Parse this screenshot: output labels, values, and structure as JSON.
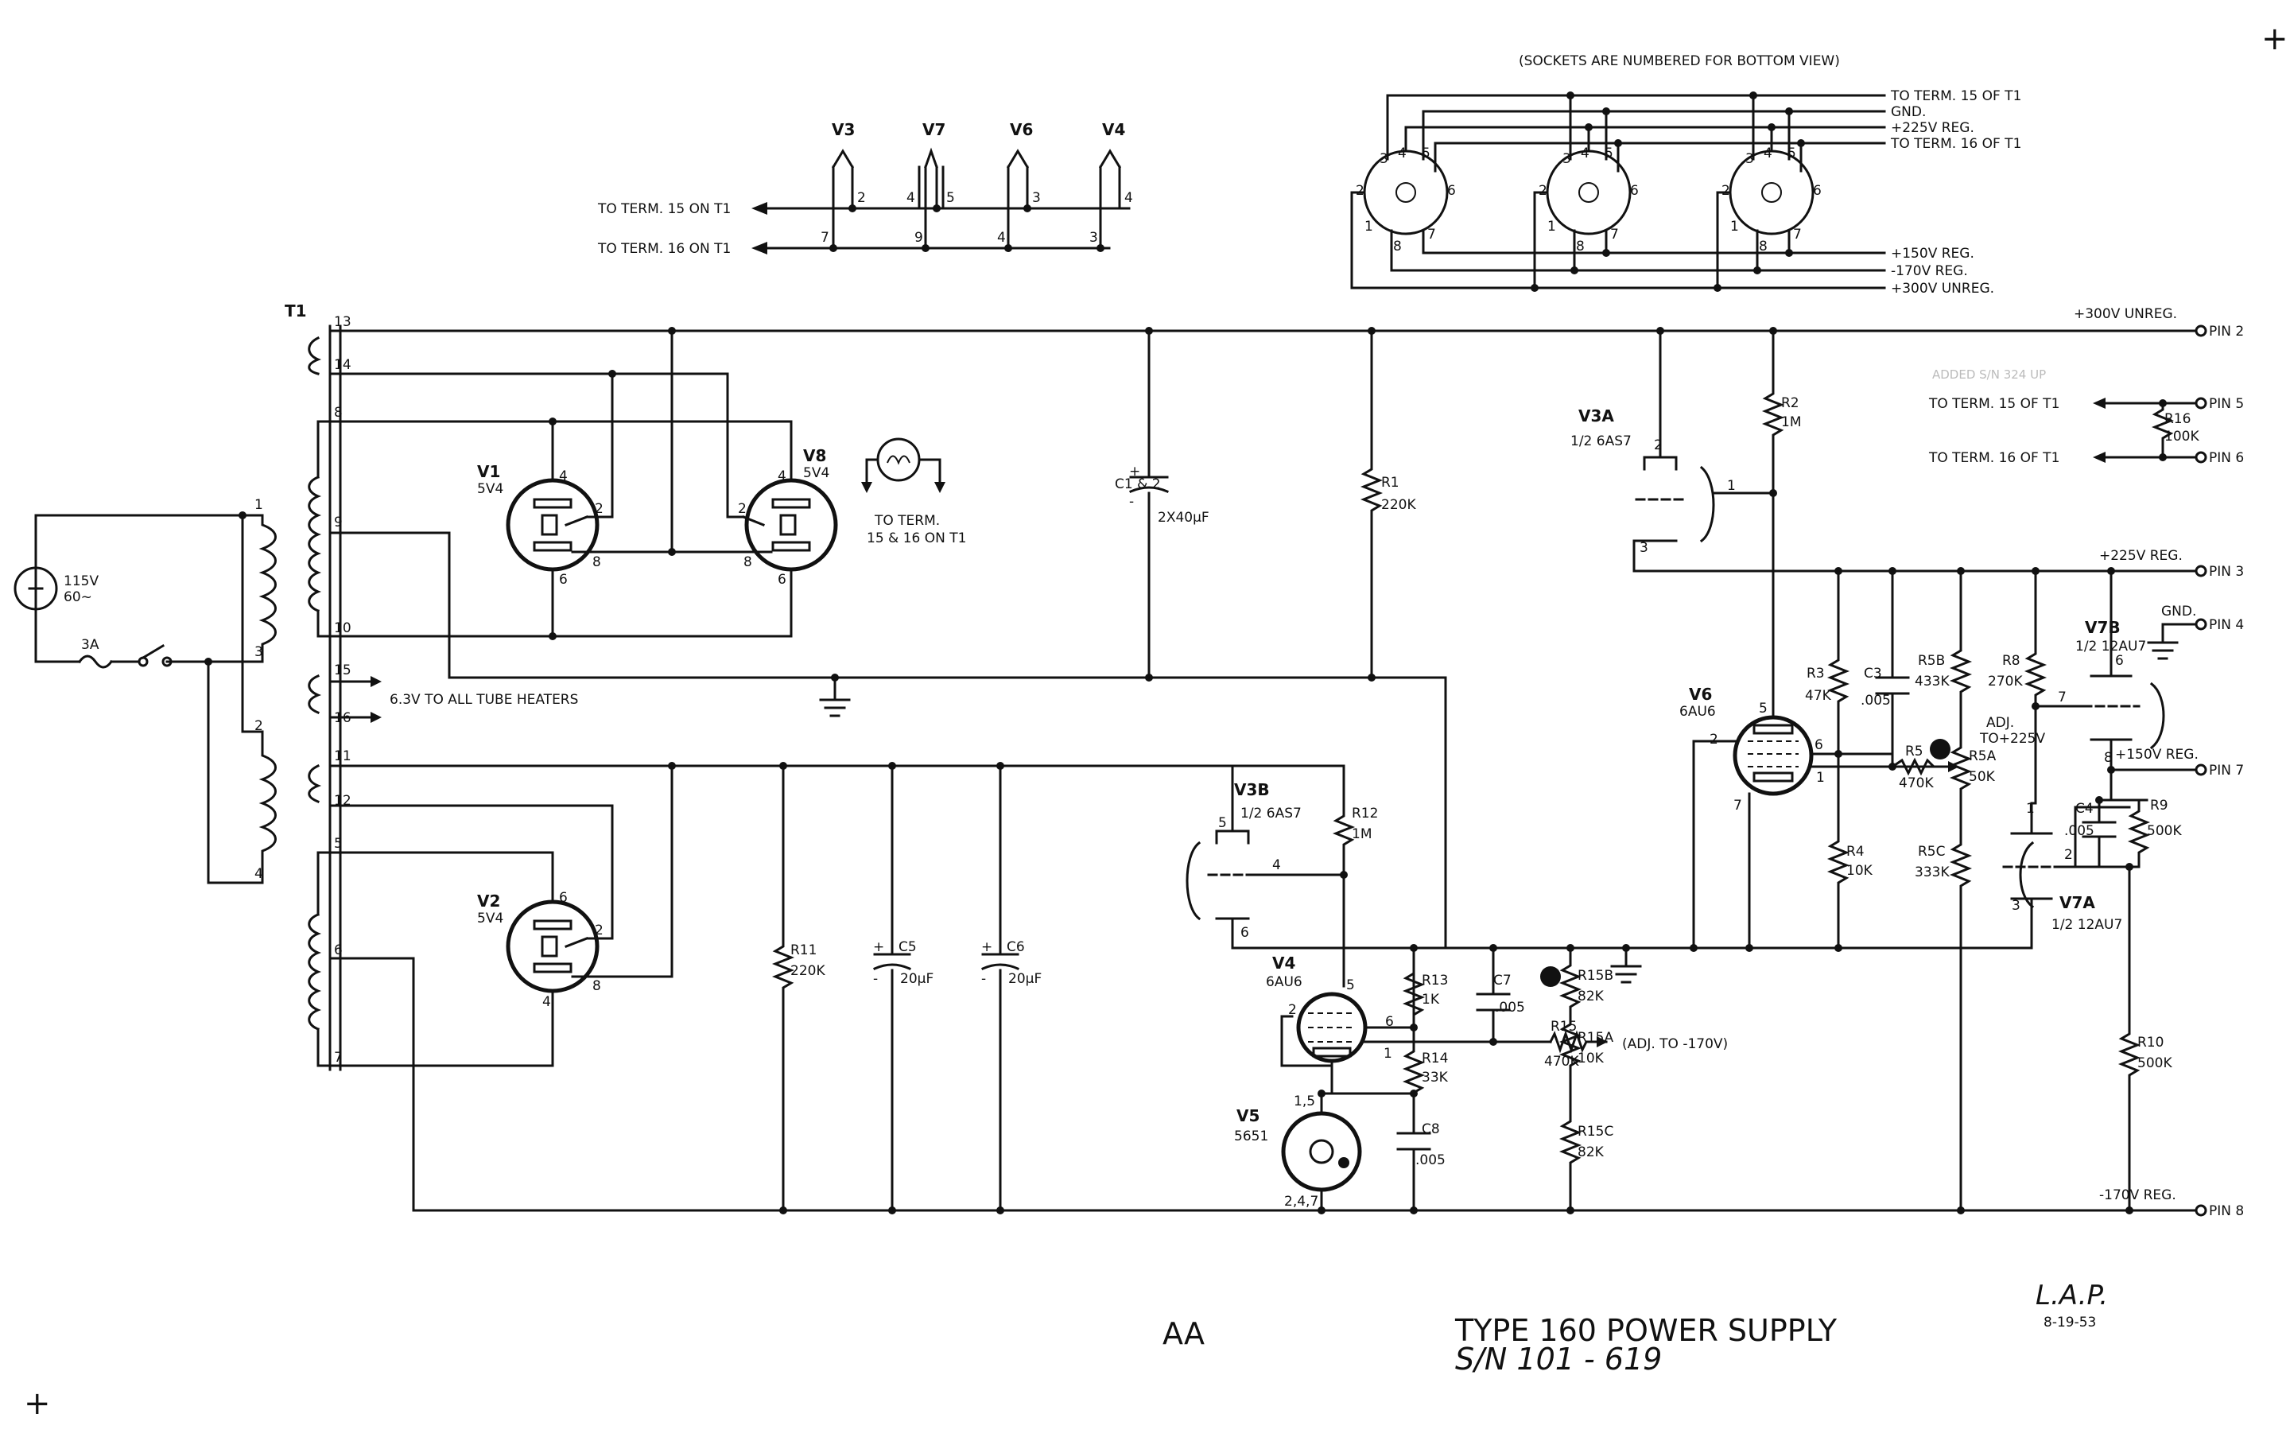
{
  "title": {
    "main": "TYPE 160 POWER SUPPLY",
    "serial": "S/N 101 - 619",
    "mark": "AA",
    "initials": "L.A.P.",
    "date": "8-19-53"
  },
  "socket_note": "(SOCKETS ARE NUMBERED FOR BOTTOM VIEW)",
  "heater_wiring": {
    "tubes": [
      "V3",
      "V7",
      "V6",
      "V4"
    ],
    "upper_pins": [
      "2",
      "4",
      "5",
      "3",
      "4"
    ],
    "lower_pins": [
      "7",
      "9",
      "4",
      "3"
    ],
    "to_term15": "TO TERM. 15 ON T1",
    "to_term16": "TO TERM. 16 ON T1"
  },
  "socket_legend": {
    "top": [
      "TO TERM. 15 OF T1",
      "GND.",
      "+225V REG.",
      "TO TERM. 16 OF T1"
    ],
    "bottom": [
      "+150V REG.",
      "-170V REG.",
      "+300V UNREG."
    ],
    "pin_numbers": [
      "1",
      "2",
      "3",
      "4",
      "5",
      "6",
      "7",
      "8"
    ]
  },
  "transformer": {
    "ref": "T1",
    "primary_pins": [
      "1",
      "3",
      "2",
      "4"
    ],
    "sec_pins": [
      "13",
      "14",
      "8",
      "9",
      "10",
      "15",
      "16",
      "11",
      "12",
      "5",
      "6",
      "7"
    ],
    "heater_note": "6.3V  TO ALL TUBE HEATERS"
  },
  "mains": {
    "voltage": "115V",
    "freq": "60~",
    "fuse": "3A"
  },
  "lamp_note": [
    "TO TERM.",
    "15 & 16 ON T1"
  ],
  "tubes": {
    "v1": {
      "ref": "V1",
      "type": "5V4",
      "pins": [
        "4",
        "2",
        "8",
        "6"
      ]
    },
    "v8": {
      "ref": "V8",
      "type": "5V4",
      "pins": [
        "4",
        "2",
        "8",
        "6"
      ]
    },
    "v2": {
      "ref": "V2",
      "type": "5V4",
      "pins": [
        "6",
        "2",
        "8",
        "4"
      ]
    },
    "v3a": {
      "ref": "V3A",
      "type": "1/2 6AS7",
      "pins": [
        "2",
        "1",
        "3"
      ]
    },
    "v3b": {
      "ref": "V3B",
      "type": "1/2 6AS7",
      "pins": [
        "5",
        "4",
        "6"
      ]
    },
    "v4": {
      "ref": "V4",
      "type": "6AU6",
      "pins": [
        "5",
        "2",
        "6",
        "1",
        "1,5"
      ]
    },
    "v5": {
      "ref": "V5",
      "type": "5651",
      "pins": [
        "2,4,7"
      ]
    },
    "v6": {
      "ref": "V6",
      "type": "6AU6",
      "pins": [
        "5",
        "2",
        "6",
        "1",
        "7"
      ]
    },
    "v7a": {
      "ref": "V7A",
      "type": "1/2 12AU7",
      "pins": [
        "1",
        "2",
        "3"
      ]
    },
    "v7b": {
      "ref": "V7B",
      "type": "1/2 12AU7",
      "pins": [
        "6",
        "7",
        "8"
      ]
    }
  },
  "components": {
    "c1": [
      "C1 & 2",
      "2X40μF"
    ],
    "r1": [
      "R1",
      "220K"
    ],
    "r2": [
      "R2",
      "1M"
    ],
    "r3": [
      "R3",
      "47K"
    ],
    "c3": [
      "C3",
      ".005"
    ],
    "r5b": [
      "R5B",
      "433K"
    ],
    "r8": [
      "R8",
      "270K"
    ],
    "r5": [
      "R5",
      "470K"
    ],
    "r5a": [
      "R5A",
      "50K"
    ],
    "adj225": [
      "ADJ.",
      "TO+225V"
    ],
    "r4": [
      "R4",
      "10K"
    ],
    "r5c": [
      "R5C",
      "333K"
    ],
    "c4": [
      "C4",
      ".005"
    ],
    "r9": [
      "R9",
      "500K"
    ],
    "r10": [
      "R10",
      "500K"
    ],
    "r11": [
      "R11",
      "220K"
    ],
    "c5": [
      "C5",
      "20μF"
    ],
    "c6": [
      "C6",
      "20μF"
    ],
    "r12": [
      "R12",
      "1M"
    ],
    "r13": [
      "R13",
      "1K"
    ],
    "c7": [
      "C7",
      ".005"
    ],
    "r15b": [
      "R15B",
      "82K"
    ],
    "r15": [
      "R15",
      "470K"
    ],
    "r15a": [
      "R15A",
      "10K"
    ],
    "adj170": "(ADJ. TO -170V)",
    "r14": [
      "R14",
      "33K"
    ],
    "c8": [
      "C8",
      ".005"
    ],
    "r15c": [
      "R15C",
      "82K"
    ],
    "r16": [
      "R16",
      "100K"
    ],
    "r16_note": "ADDED S/N 324 UP"
  },
  "rails": {
    "unreg300": "+300V UNREG.",
    "reg225": "+225V REG.",
    "reg150": "+150V REG.",
    "reg170": "-170V REG.",
    "gnd": "GND.",
    "term15": "TO TERM. 15 OF T1",
    "term16": "TO TERM. 16 OF T1"
  },
  "pins": [
    "PIN 2",
    "PIN 5",
    "PIN 6",
    "PIN 3",
    "PIN 4",
    "PIN 7",
    "PIN 8"
  ],
  "marks": {
    "plus": "+",
    "minus": "-"
  }
}
